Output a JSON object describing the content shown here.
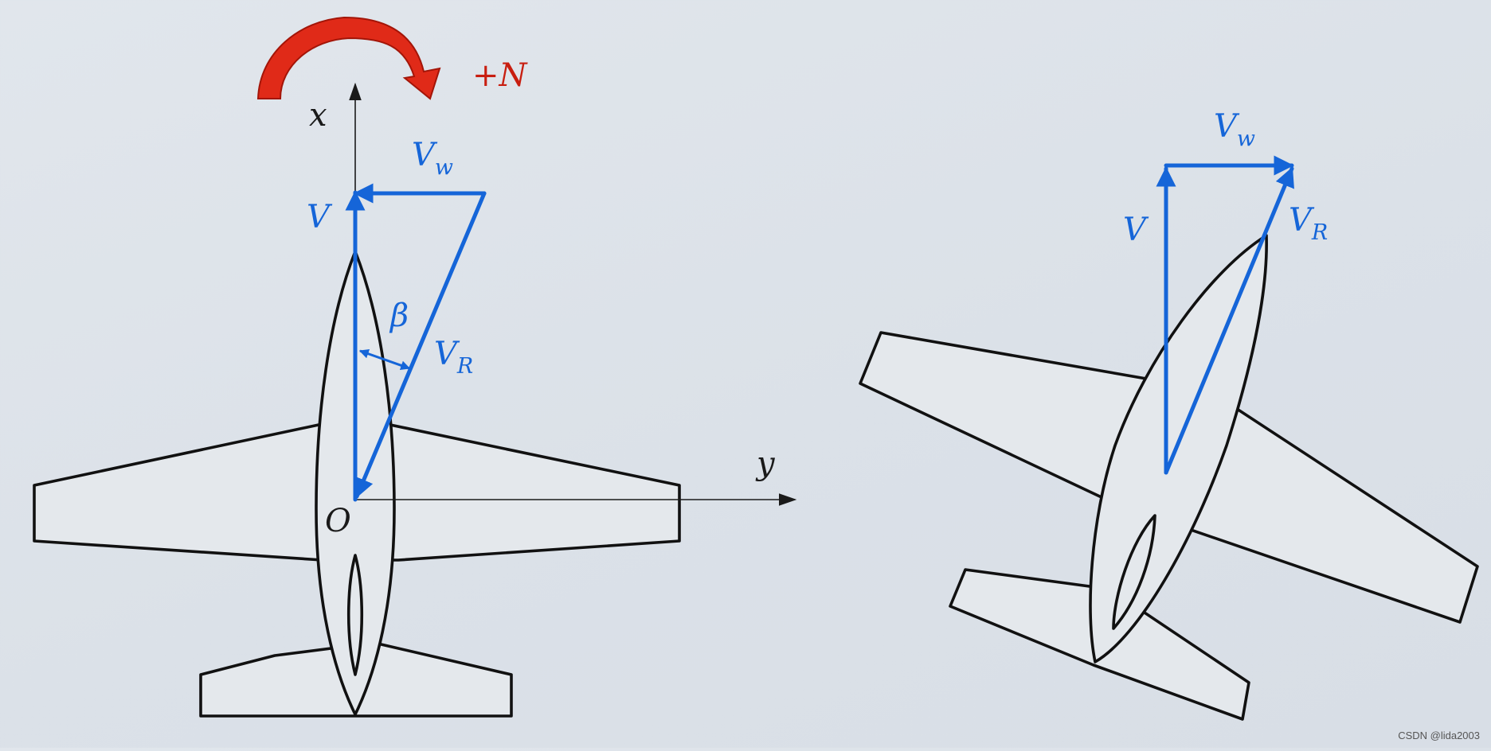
{
  "left_figure": {
    "moment_label": "+N",
    "axis_x_label": "x",
    "axis_y_label": "y",
    "origin_label": "O",
    "velocity_label": "V",
    "wind_label": {
      "main": "V",
      "sub": "w"
    },
    "relative_label": {
      "main": "V",
      "sub": "R"
    },
    "angle_label": "β"
  },
  "right_figure": {
    "velocity_label": "V",
    "wind_label": {
      "main": "V",
      "sub": "w"
    },
    "relative_label": {
      "main": "V",
      "sub": "R"
    }
  },
  "watermark": "CSDN @lida2003",
  "colors": {
    "vector": "#1565d8",
    "moment_arrow": "#e02a18",
    "outline": "#111111",
    "background": "#dde3ea"
  }
}
